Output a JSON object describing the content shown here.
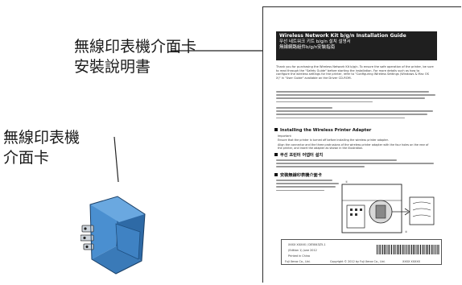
{
  "callouts": {
    "guide": "無線印表機介面卡\n安裝說明書",
    "adapter": "無線印表機\n介面卡"
  },
  "booklet": {
    "title_en": "Wireless Network Kit b/g/n Installation Guide",
    "title_ko": "무선 네트워크 키트 b/g/n 설치 설명서",
    "title_zh": "無線網路組件b/g/n安裝指南",
    "intro": "Thank you for purchasing the Wireless Network Kit b/g/n. To ensure the safe operation of the printer, be sure to read through the \"Safety Guide\" before starting the installation. For more details such as how to configure the wireless settings for the printer, refer to \"Configuring Wireless Settings (Windows & Mac OS X)\" in \"User Guide\" available on the Driver CD-ROM.",
    "section_install": "Installing the Wireless Printer Adapter",
    "important_label": "Important",
    "important_note": "Ensure that the printer is turned off before installing the wireless printer adapter.",
    "align_note": "Align the connector and the three protrusions of the wireless printer adapter with the four holes on the rear of the printer, and insert the adapter as shown in the illustration.",
    "section_ko": "무선 프린터 어댑터 설치",
    "section_zh": "安裝無線印表機介面卡",
    "footer": {
      "code": "XXXX XXXXX / DE5843Z5-1",
      "edition": "(Edition 1) June 2012",
      "printed": "Printed in China",
      "company": "Fuji Xerox Co., Ltd.",
      "copyright": "Copyright © 2012 by Fuji Xerox Co., Ltd.",
      "number": "XXXX XXXXX"
    }
  },
  "colors": {
    "adapter_body": "#4a8fd0",
    "adapter_dark": "#2e6aa6",
    "header_bg": "#1f1f1f"
  }
}
